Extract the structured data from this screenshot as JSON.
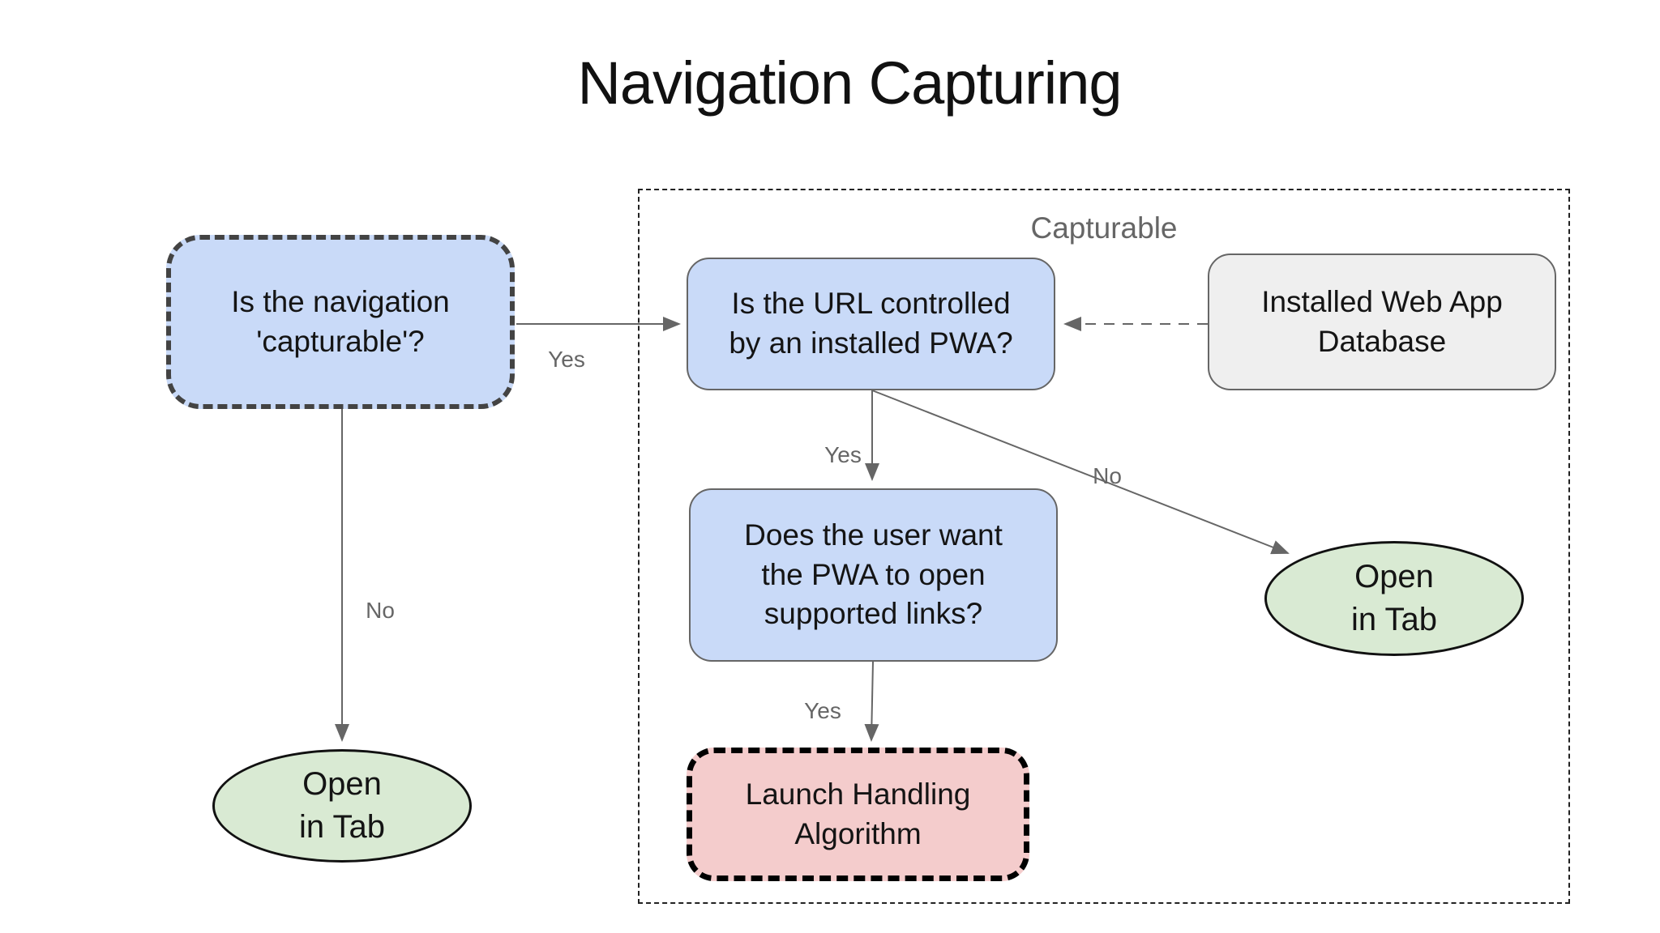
{
  "title": "Navigation Capturing",
  "group": {
    "label": "Capturable"
  },
  "nodes": {
    "is_navigation_capturable": "Is the navigation\n'capturable'?",
    "is_url_controlled": "Is the URL controlled\nby an installed PWA?",
    "installed_web_app_database": "Installed Web App\nDatabase",
    "does_user_want": "Does the user want\nthe PWA to open\nsupported links?",
    "open_in_tab_left": "Open\nin Tab",
    "open_in_tab_right": "Open\nin Tab",
    "launch_handling_algorithm": "Launch Handling\nAlgorithm"
  },
  "edge_labels": {
    "capturable_yes": "Yes",
    "capturable_no": "No",
    "url_controlled_yes": "Yes",
    "url_controlled_no": "No",
    "user_want_yes": "Yes"
  },
  "colors": {
    "decision_fill": "#c9daf8",
    "terminal_fill": "#d9ead3",
    "process_fill": "#f4cccc",
    "data_fill": "#efefef",
    "solid_node_border": "#666666",
    "dashed_node_border": "#434343",
    "terminal_border": "#111111",
    "group_border": "#222222",
    "edge_stroke": "#666666",
    "edge_label_text": "#666666",
    "title_text": "#111111"
  }
}
